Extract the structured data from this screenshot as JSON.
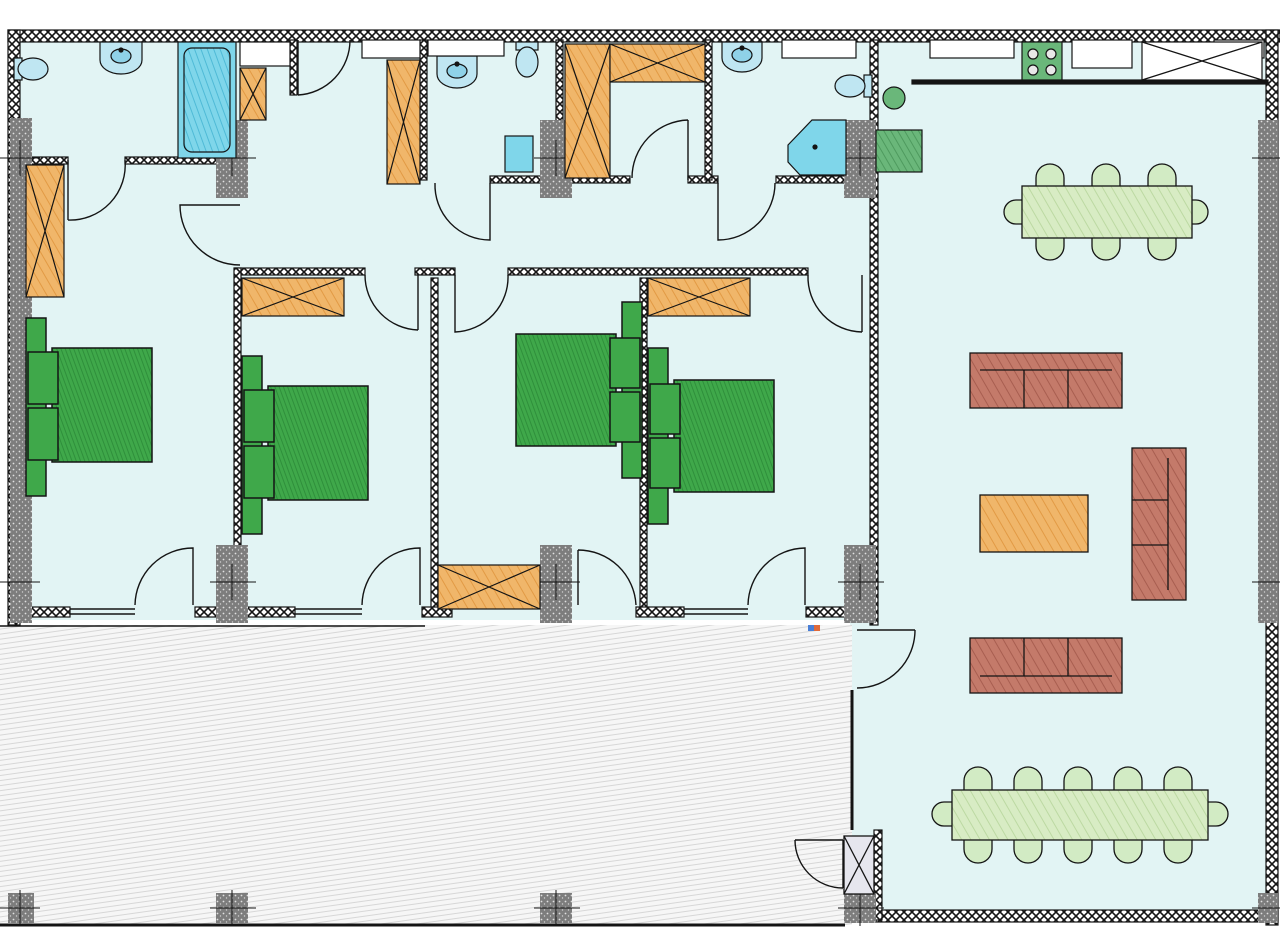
{
  "palette": {
    "floor": "#e2f4f4",
    "wall": "#141414",
    "concrete": "#8a8a8a",
    "terrace": "#f4f4f4",
    "terrace_hatch": "#c9c9c9",
    "bed": "#3fa84a",
    "bed_dark": "#2a8a37",
    "wardrobe": "#f0b66a",
    "sofa": "#c47a6a",
    "table": "#d8ecc4",
    "chair": "#d2ebc4",
    "fixture": "#bfe6f2",
    "bathtub": "#7fd6ea",
    "plant": "#6ab77a"
  },
  "rooms": [
    {
      "name": "bathroom-1"
    },
    {
      "name": "bathroom-2"
    },
    {
      "name": "bathroom-3"
    },
    {
      "name": "kitchen"
    },
    {
      "name": "bedroom-1"
    },
    {
      "name": "bedroom-2"
    },
    {
      "name": "bedroom-3"
    },
    {
      "name": "bedroom-4"
    },
    {
      "name": "living-dining"
    },
    {
      "name": "terrace"
    }
  ]
}
